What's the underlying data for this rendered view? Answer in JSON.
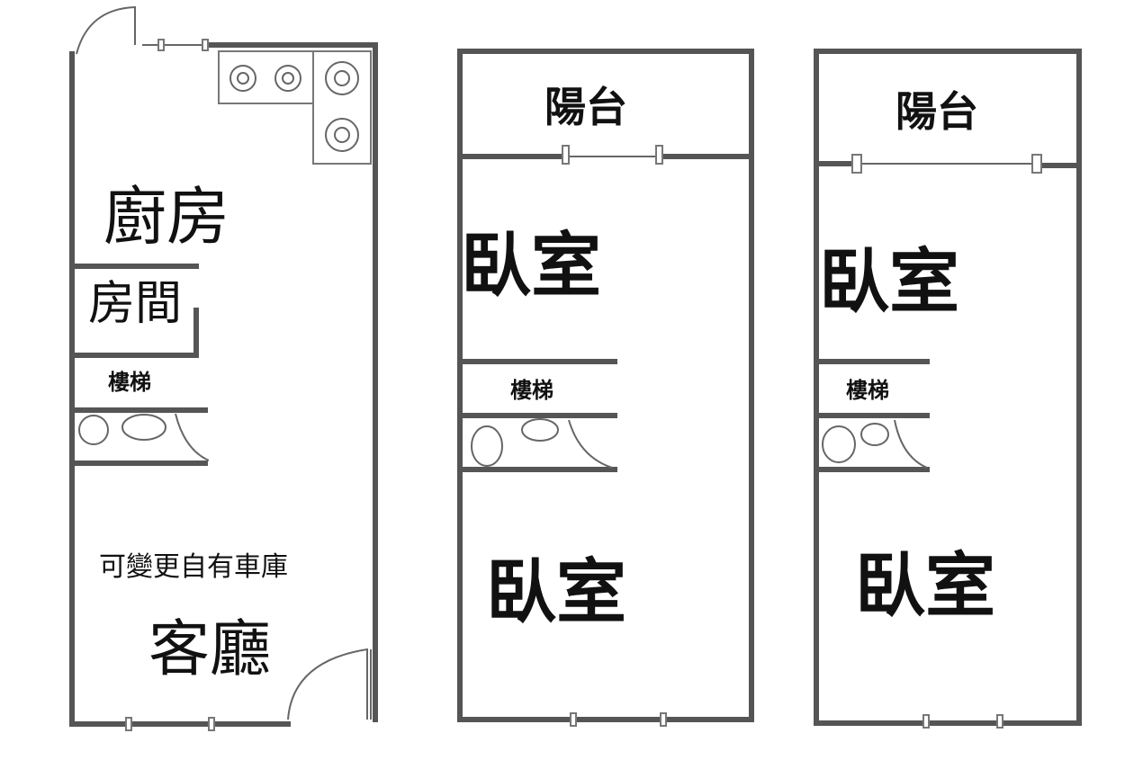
{
  "floors": [
    {
      "name": "floor-1",
      "rooms": {
        "kitchen": "廚房",
        "room": "房間",
        "stairs": "樓梯",
        "note": "可變更自有車庫",
        "living": "客廳"
      }
    },
    {
      "name": "floor-2",
      "rooms": {
        "balcony": "陽台",
        "bedroom_top": "臥室",
        "stairs": "樓梯",
        "bedroom_bottom": "臥室"
      }
    },
    {
      "name": "floor-3",
      "rooms": {
        "balcony": "陽台",
        "bedroom_top": "臥室",
        "stairs": "樓梯",
        "bedroom_bottom": "臥室"
      }
    }
  ],
  "colors": {
    "wall": "#555555",
    "background": "#ffffff",
    "text": "#111111"
  }
}
